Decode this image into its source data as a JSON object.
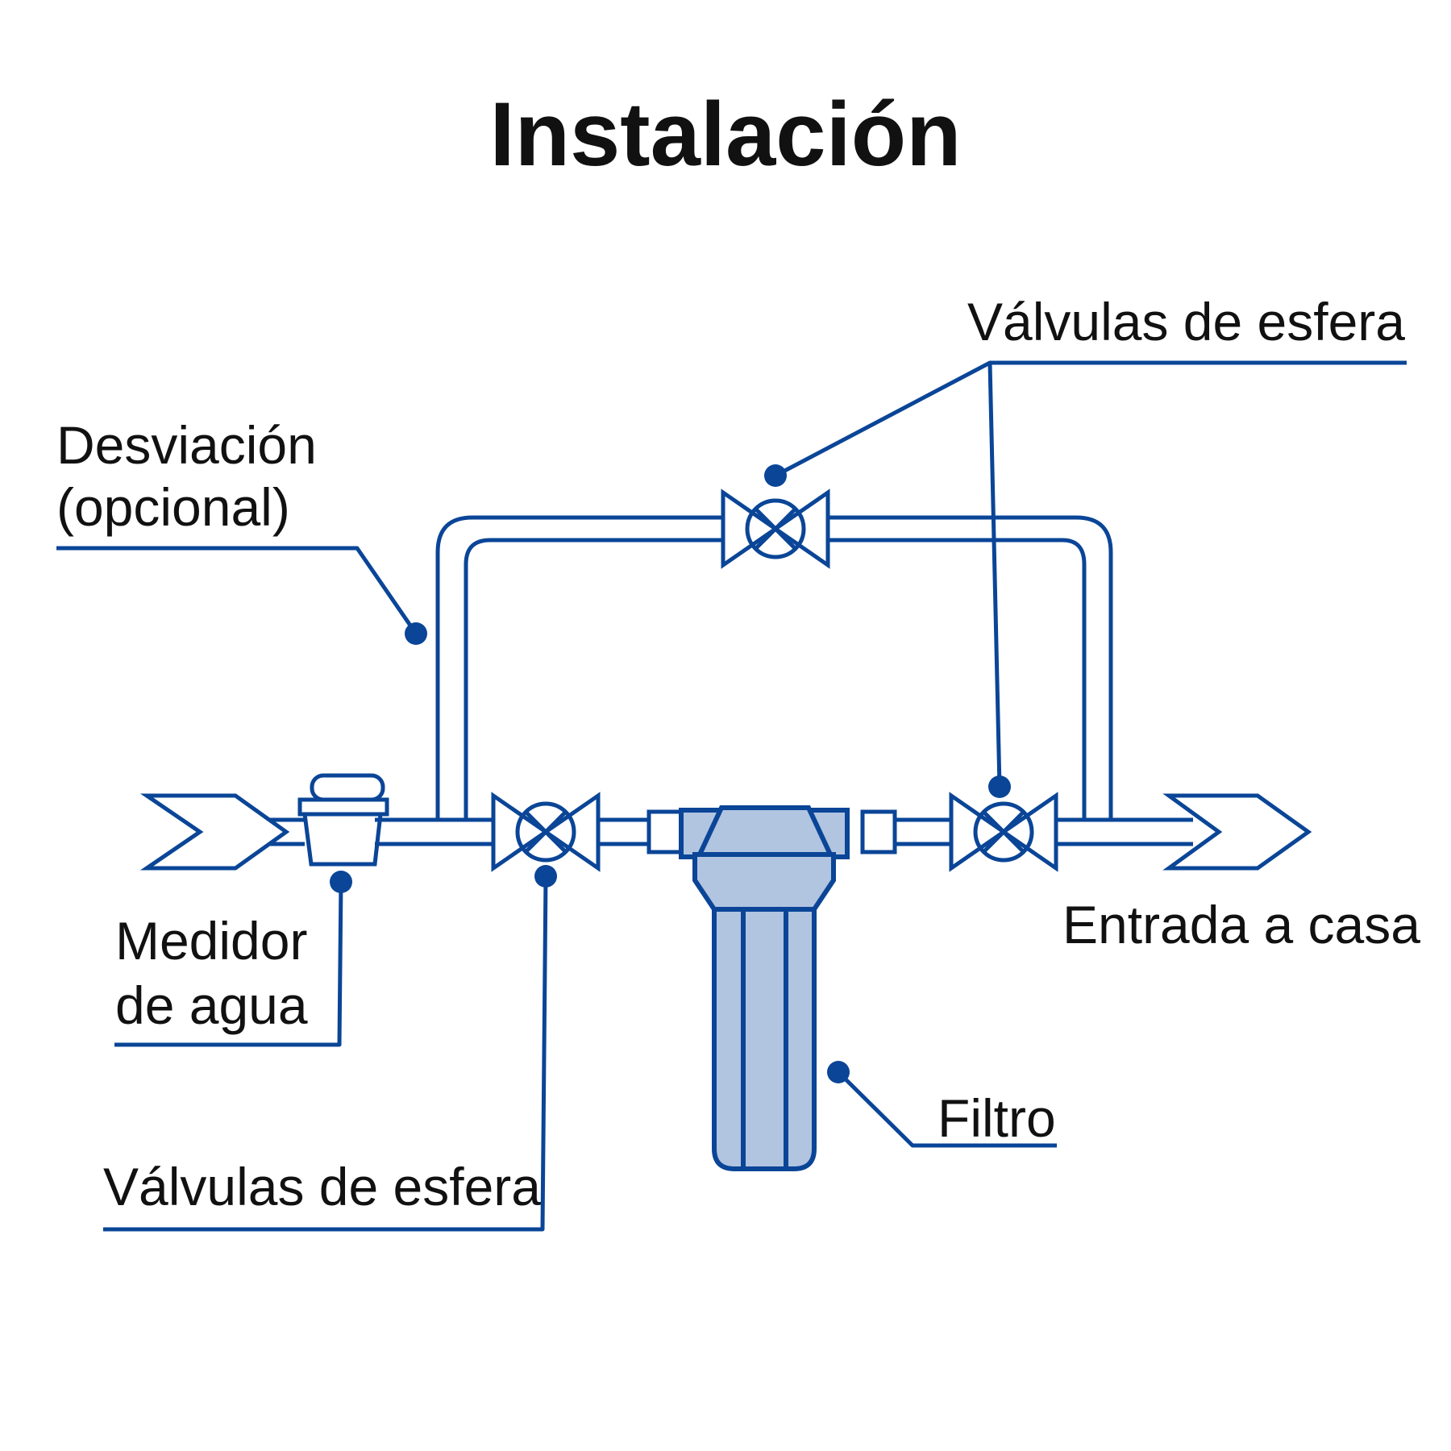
{
  "title": "Instalación",
  "labels": {
    "bypass_line1": "Desviación",
    "bypass_line2": "(opcional)",
    "valves_top": "Válvulas de esfera",
    "meter_line1": "Medidor",
    "meter_line2": "de agua",
    "valves_bottom": "Válvulas de esfera",
    "house_inlet": "Entrada a casa",
    "filter": "Filtro"
  },
  "colors": {
    "line": "#0a4597",
    "filter_fill": "#b1c4e0",
    "text": "#111111",
    "background": "#ffffff"
  }
}
